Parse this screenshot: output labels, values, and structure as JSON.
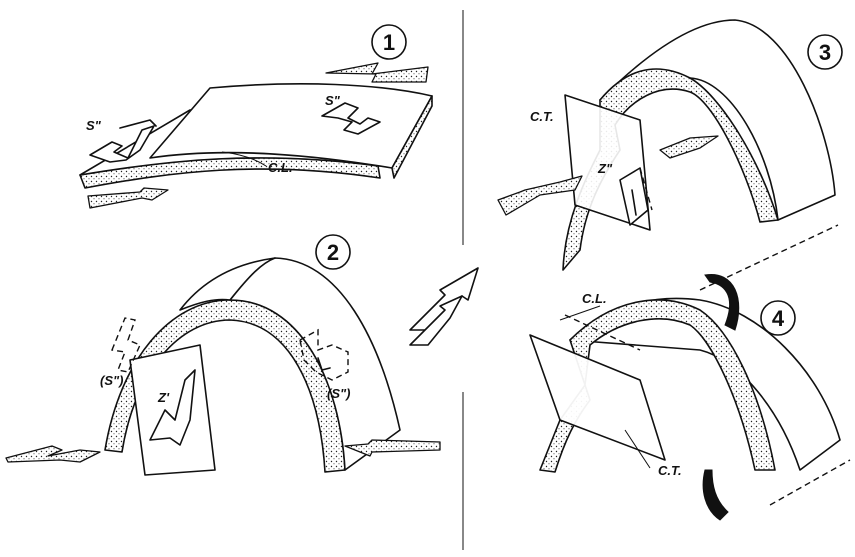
{
  "panels": [
    {
      "number": "1",
      "labels": [
        "S\"",
        "S\"",
        "C.L."
      ]
    },
    {
      "number": "2",
      "labels": [
        "Z'",
        "(S\")",
        "(S\")"
      ]
    },
    {
      "number": "3",
      "labels": [
        "C.T.",
        "Z\""
      ]
    },
    {
      "number": "4",
      "labels": [
        "C.L.",
        "C.T."
      ]
    }
  ]
}
